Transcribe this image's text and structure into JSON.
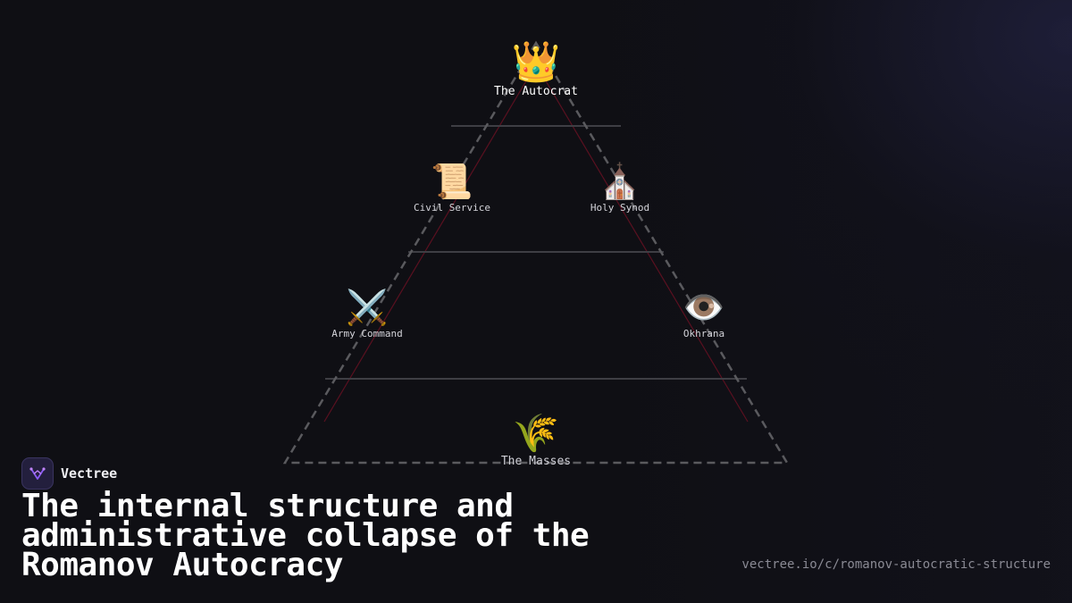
{
  "diagram": {
    "apex": {
      "icon": "👑",
      "label": "The Autocrat"
    },
    "tier2": [
      {
        "icon": "📜",
        "label": "Civil Service"
      },
      {
        "icon": "⛪",
        "label": "Holy Synod"
      }
    ],
    "tier3": [
      {
        "icon": "⚔️",
        "label": "Army Command"
      },
      {
        "icon": "👁️",
        "label": "Okhrana"
      }
    ],
    "base": {
      "icon": "🌾",
      "label": "The Masses"
    }
  },
  "brand": {
    "name": "Vectree"
  },
  "title": "The internal structure and administrative collapse of the Romanov Autocracy",
  "url": "vectree.io/c/romanov-autocratic-structure",
  "colors": {
    "background": "#0f0f14",
    "triangle_outline": "#5a5a5e",
    "tier_divider": "#3e3e44",
    "accent_lines": "#5a1020",
    "brand_logo": "#231f3d"
  }
}
